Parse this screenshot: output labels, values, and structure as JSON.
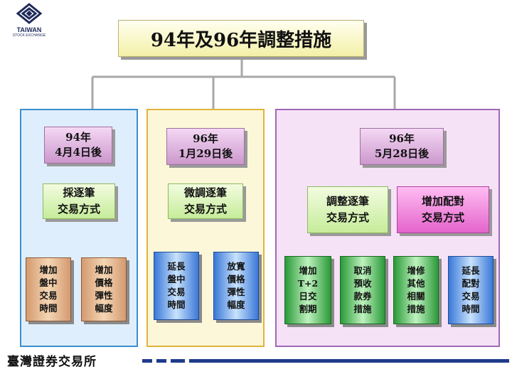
{
  "logo": {
    "brand": "TAIWAN",
    "sub": "STOCK EXCHANGE"
  },
  "title": "94年及96年調整措施",
  "panels": [
    {
      "date_lines": [
        "94年",
        "4月4日後"
      ],
      "methods": [
        {
          "lines": [
            "採逐筆",
            "交易方式"
          ]
        }
      ],
      "leaves": [
        {
          "lines": [
            "增加",
            "盤中",
            "交易",
            "時間"
          ],
          "color": "#d49a70"
        },
        {
          "lines": [
            "增加",
            "價格",
            "彈性",
            "幅度"
          ],
          "color": "#d49a70"
        }
      ]
    },
    {
      "date_lines": [
        "96年",
        "1月29日後"
      ],
      "methods": [
        {
          "lines": [
            "微調逐筆",
            "交易方式"
          ]
        }
      ],
      "leaves": [
        {
          "lines": [
            "延長",
            "盤中",
            "交易",
            "時間"
          ],
          "color": "#3a78d8"
        },
        {
          "lines": [
            "放寬",
            "價格",
            "彈性",
            "幅度"
          ],
          "color": "#3a78d8"
        }
      ]
    },
    {
      "date_lines": [
        "96年",
        "5月28日後"
      ],
      "methods": [
        {
          "lines": [
            "調整逐筆",
            "交易方式"
          ]
        },
        {
          "lines": [
            "增加配對",
            "交易方式"
          ]
        }
      ],
      "leaves": [
        {
          "lines": [
            "增加",
            "T+2",
            "日交",
            "割期"
          ],
          "color": "#2a9a38"
        },
        {
          "lines": [
            "取消",
            "預收",
            "款券",
            "措施"
          ],
          "color": "#2a9a38"
        },
        {
          "lines": [
            "增修",
            "其他",
            "相關",
            "措施"
          ],
          "color": "#2a9a38"
        },
        {
          "lines": [
            "延長",
            "配對",
            "交易",
            "時間"
          ],
          "color": "#3a78d8"
        }
      ]
    }
  ],
  "footer": "臺灣證券交易所",
  "colors": {
    "footer_bar": "#1f3a8a",
    "panel_blue": "#3a8fd0",
    "panel_gold": "#e0b43a",
    "panel_purple": "#a068b8"
  }
}
